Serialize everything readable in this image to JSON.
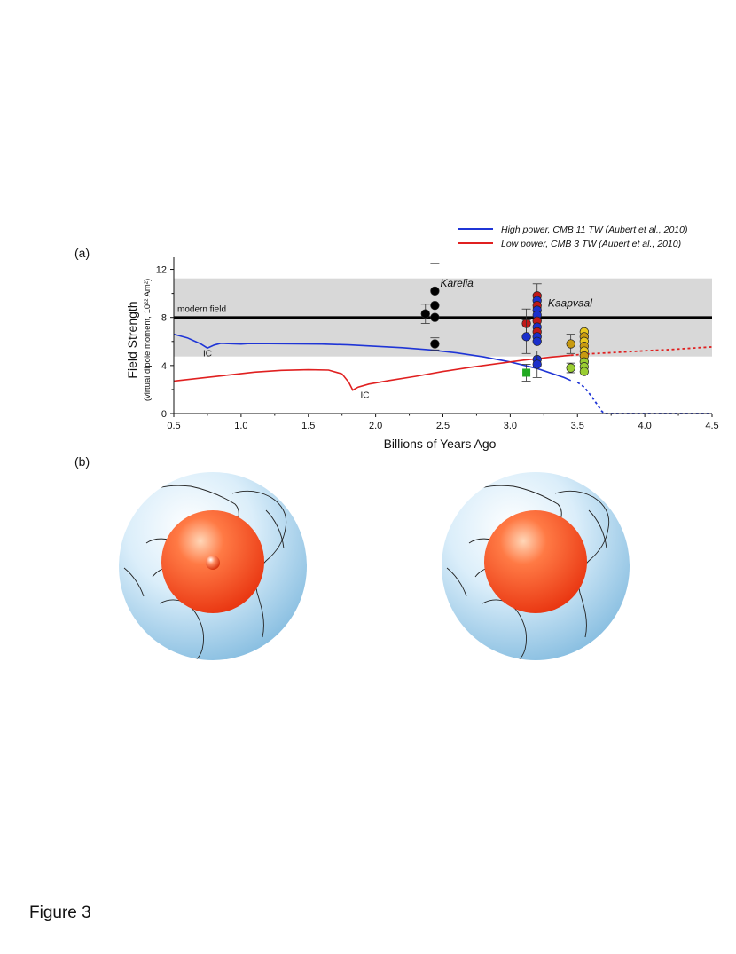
{
  "panel_a_label": "(a)",
  "panel_b_label": "(b)",
  "figure_caption": "Figure 3",
  "chart_data": {
    "type": "line",
    "title": "",
    "xlabel": "Billions of Years Ago",
    "ylabel": "Field Strength",
    "ylabel_sub": "(virtual dipole moment, 10²² Am²)",
    "xlim": [
      0.5,
      4.5
    ],
    "ylim": [
      0,
      13
    ],
    "x_ticks": [
      0.5,
      1.0,
      1.5,
      2.0,
      2.5,
      3.0,
      3.5,
      4.0,
      4.5
    ],
    "x_tick_labels": [
      "0.5",
      "1.0",
      "1.5",
      "2.0",
      "2.5",
      "3.0",
      "3.5",
      "4.0",
      "4.5"
    ],
    "y_ticks": [
      0,
      4,
      8,
      12
    ],
    "y_tick_labels": [
      "0",
      "4",
      "8",
      "12"
    ],
    "grid": false,
    "legend_position": "top-right",
    "modern_field": {
      "label": "modern field",
      "value": 8.0,
      "band": [
        4.75,
        11.25
      ],
      "band_color": "#d8d8d8",
      "line_color": "#000000"
    },
    "series": [
      {
        "name": "High power, CMB 11 TW (Aubert et al., 2010)",
        "color": "#1f35d6",
        "x": [
          0.5,
          0.6,
          0.7,
          0.75,
          0.8,
          0.85,
          0.95,
          1.0,
          1.05,
          1.2,
          1.4,
          1.6,
          1.8,
          2.0,
          2.2,
          2.4,
          2.6,
          2.8,
          3.0,
          3.2,
          3.4,
          3.45
        ],
        "y": [
          6.6,
          6.3,
          5.8,
          5.45,
          5.7,
          5.85,
          5.8,
          5.78,
          5.82,
          5.82,
          5.8,
          5.78,
          5.72,
          5.6,
          5.48,
          5.3,
          5.05,
          4.72,
          4.3,
          3.75,
          3.0,
          2.75
        ],
        "dashed_x": [
          3.5,
          3.55,
          3.6,
          3.65,
          3.68,
          3.7,
          3.8,
          4.0,
          4.2,
          4.4,
          4.5
        ],
        "dashed_y": [
          2.6,
          2.2,
          1.5,
          0.7,
          0.2,
          0.0,
          0.0,
          0.0,
          0.0,
          0.0,
          0.0
        ]
      },
      {
        "name": "Low power, CMB 3 TW (Aubert et al., 2010)",
        "color": "#e02020",
        "x": [
          0.5,
          0.7,
          0.9,
          1.1,
          1.3,
          1.5,
          1.65,
          1.75,
          1.8,
          1.83,
          1.87,
          1.95,
          2.1,
          2.3,
          2.5,
          2.7,
          2.9,
          3.1,
          3.3,
          3.45
        ],
        "y": [
          2.7,
          2.95,
          3.2,
          3.45,
          3.6,
          3.65,
          3.62,
          3.3,
          2.6,
          1.95,
          2.2,
          2.45,
          2.75,
          3.1,
          3.5,
          3.85,
          4.15,
          4.45,
          4.7,
          4.85
        ],
        "dashed_x": [
          3.45,
          3.6,
          3.8,
          4.0,
          4.2,
          4.4,
          4.5
        ],
        "dashed_y": [
          4.85,
          4.98,
          5.1,
          5.22,
          5.33,
          5.48,
          5.55
        ]
      }
    ],
    "ic_labels": [
      {
        "text": "IC",
        "x": 0.75,
        "y": 4.75
      },
      {
        "text": "IC",
        "x": 1.92,
        "y": 1.3
      }
    ],
    "site_labels": [
      {
        "text": "Karelia",
        "x": 2.48,
        "y": 10.55
      },
      {
        "text": "Kaapvaal",
        "x": 3.28,
        "y": 8.9
      }
    ],
    "points": [
      {
        "x": 2.37,
        "y": 8.3,
        "color": "#000000",
        "shape": "circle",
        "err": 0.8
      },
      {
        "x": 2.44,
        "y": 10.2,
        "color": "#000000",
        "shape": "circle",
        "err": 2.3
      },
      {
        "x": 2.44,
        "y": 9.0,
        "color": "#000000",
        "shape": "circle",
        "err": 0
      },
      {
        "x": 2.44,
        "y": 8.0,
        "color": "#000000",
        "shape": "circle",
        "err": 0
      },
      {
        "x": 2.44,
        "y": 5.8,
        "color": "#000000",
        "shape": "circle",
        "err": 0.5
      },
      {
        "x": 3.12,
        "y": 7.5,
        "color": "#c01818",
        "shape": "circle",
        "err": 1.2
      },
      {
        "x": 3.12,
        "y": 6.4,
        "color": "#1a2fcc",
        "shape": "circle",
        "err": 1.4
      },
      {
        "x": 3.12,
        "y": 3.4,
        "color": "#22aa22",
        "shape": "square",
        "err": 0.7
      },
      {
        "x": 3.2,
        "y": 9.8,
        "color": "#c01818",
        "shape": "circle",
        "err": 1.0
      },
      {
        "x": 3.2,
        "y": 9.4,
        "color": "#1a2fcc",
        "shape": "circle",
        "err": 0
      },
      {
        "x": 3.2,
        "y": 9.0,
        "color": "#c01818",
        "shape": "circle",
        "err": 0
      },
      {
        "x": 3.2,
        "y": 8.6,
        "color": "#1a2fcc",
        "shape": "circle",
        "err": 0
      },
      {
        "x": 3.2,
        "y": 8.2,
        "color": "#1a2fcc",
        "shape": "circle",
        "err": 0
      },
      {
        "x": 3.2,
        "y": 7.7,
        "color": "#c01818",
        "shape": "circle",
        "err": 0
      },
      {
        "x": 3.2,
        "y": 7.2,
        "color": "#1a2fcc",
        "shape": "circle",
        "err": 0
      },
      {
        "x": 3.2,
        "y": 6.8,
        "color": "#c01818",
        "shape": "circle",
        "err": 0
      },
      {
        "x": 3.2,
        "y": 6.4,
        "color": "#1a2fcc",
        "shape": "circle",
        "err": 0
      },
      {
        "x": 3.2,
        "y": 6.0,
        "color": "#1a2fcc",
        "shape": "circle",
        "err": 0
      },
      {
        "x": 3.2,
        "y": 4.5,
        "color": "#1a2fcc",
        "shape": "circle",
        "err": 0
      },
      {
        "x": 3.2,
        "y": 4.1,
        "color": "#1a2fcc",
        "shape": "circle",
        "err": 1.1
      },
      {
        "x": 3.45,
        "y": 5.8,
        "color": "#c89a10",
        "shape": "circle",
        "err": 0.8
      },
      {
        "x": 3.45,
        "y": 3.8,
        "color": "#9acd32",
        "shape": "circle",
        "err": 0.4
      },
      {
        "x": 3.55,
        "y": 6.8,
        "color": "#e8c81e",
        "shape": "circle",
        "err": 0
      },
      {
        "x": 3.55,
        "y": 6.4,
        "color": "#c89a10",
        "shape": "circle",
        "err": 0
      },
      {
        "x": 3.55,
        "y": 6.0,
        "color": "#e8c81e",
        "shape": "circle",
        "err": 0
      },
      {
        "x": 3.55,
        "y": 5.6,
        "color": "#c89a10",
        "shape": "circle",
        "err": 0
      },
      {
        "x": 3.55,
        "y": 5.2,
        "color": "#e8c81e",
        "shape": "circle",
        "err": 0
      },
      {
        "x": 3.55,
        "y": 4.8,
        "color": "#c89a10",
        "shape": "circle",
        "err": 0
      },
      {
        "x": 3.55,
        "y": 4.3,
        "color": "#9acd32",
        "shape": "circle",
        "err": 0
      },
      {
        "x": 3.55,
        "y": 3.9,
        "color": "#9acd32",
        "shape": "circle",
        "err": 0
      },
      {
        "x": 3.55,
        "y": 3.5,
        "color": "#9acd32",
        "shape": "circle",
        "err": 0
      }
    ]
  },
  "globes": {
    "mantle_color": "#8ec5e6",
    "core_color": "#ff4a1e",
    "inner_core_color": "#e8441c",
    "items": [
      {
        "has_inner_core": true
      },
      {
        "has_inner_core": false
      }
    ]
  }
}
